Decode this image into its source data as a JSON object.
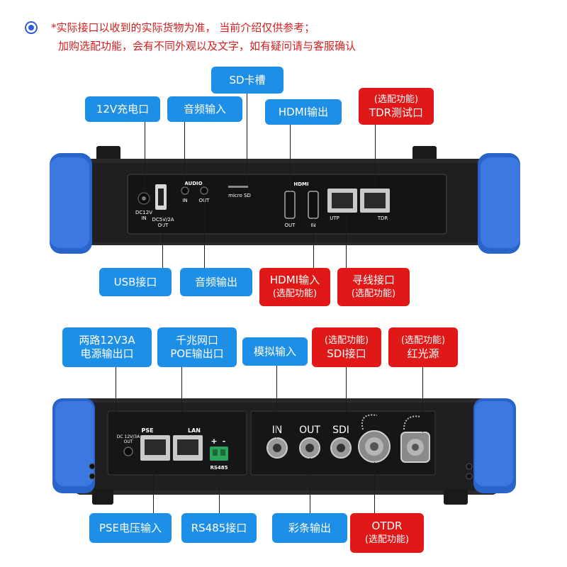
{
  "note": {
    "line1": "*实际接口以收到的实际货物为准， 当前介绍仅供参考；",
    "line2": "加购选配功能，会有不同外观以及文字，如有疑问请与客服确认"
  },
  "top_labels": {
    "sd_slot": "SD卡槽",
    "dc12v_charge": "12V充电口",
    "audio_in": "音频输入",
    "hdmi_out": "HDMI输出",
    "tdr_optional": "(选配功能)",
    "tdr_port": "TDR测试口",
    "usb_port": "USB接口",
    "audio_out": "音频输出",
    "hdmi_in": "HDMI输入",
    "hdmi_in_optional": "(选配功能)",
    "tracer_port": "寻线接口",
    "tracer_optional": "(选配功能)"
  },
  "bottom_labels": {
    "power_out_line1": "两路12V3A",
    "power_out_line2": "电源输出口",
    "gigabit_line1": "千兆网口",
    "gigabit_line2": "POE输出口",
    "analog_in": "模拟输入",
    "sdi_optional": "(选配功能)",
    "sdi_port": "SDI接口",
    "red_light_optional": "(选配功能)",
    "red_light": "红光源",
    "pse_input": "PSE电压输入",
    "rs485_port": "RS485接口",
    "color_bar_out": "彩条输出",
    "otdr": "OTDR",
    "otdr_optional": "(选配功能)"
  },
  "device_top": {
    "dc12v_in": "DC12V",
    "dc12v_in2": "IN",
    "dc5v_out": "DC5V/2A",
    "dc5v_out2": "OUT",
    "audio": "AUDIO",
    "audio_in": "IN",
    "audio_out": "OUT",
    "micro_sd": "micro SD",
    "hdmi": "HDMI",
    "hdmi_out": "OUT",
    "hdmi_in": "IN",
    "utp": "UTP",
    "tdr": "TDR"
  },
  "device_bottom": {
    "dc_out_line1": "DC 12V/3A",
    "dc_out_line2": "OUT",
    "pse": "PSE",
    "lan": "LAN",
    "plus": "+",
    "minus": "-",
    "rs485": "RS485",
    "bnc_in": "IN",
    "bnc_out": "OUT",
    "bnc_sdi": "SDI"
  },
  "colors": {
    "label_blue": "#1e8fe6",
    "label_red": "#e01818",
    "device_bumper": "#2a63c9",
    "device_panel": "#1c1c1e",
    "note_red": "#d42020"
  }
}
